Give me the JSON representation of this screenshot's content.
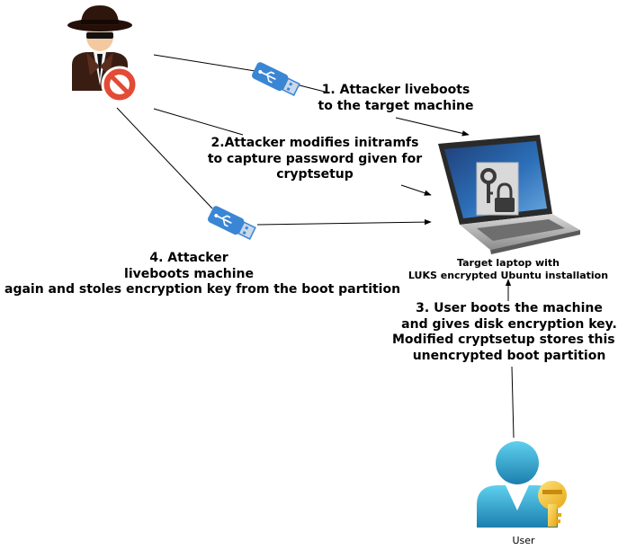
{
  "steps": {
    "step1": [
      "1. Attacker liveboots",
      "to the target machine"
    ],
    "step2": [
      "2.Attacker modifies initramfs",
      "to capture password given for",
      "cryptsetup"
    ],
    "step3": [
      "3. User boots the machine",
      "and gives disk encryption key.",
      "Modified cryptsetup stores this to",
      "unencrypted boot partition"
    ],
    "step4": [
      "4. Attacker",
      "liveboots machine",
      "again and stoles encryption key from the boot partition"
    ]
  },
  "laptop_caption": [
    "Target laptop with",
    "LUKS encrypted Ubuntu installation"
  ],
  "user_caption": "User",
  "icons": {
    "attacker": "spy-icon",
    "forbidden": "no-entry-icon",
    "usb": "usb-drive-icon",
    "laptop": "laptop-icon",
    "lock": "padlock-icon",
    "user": "user-icon",
    "key": "key-icon"
  },
  "colors": {
    "usb_blue": "#3a86d4",
    "forbidden_red": "#e24b34",
    "user_teal": "#2ea3c7",
    "key_gold": "#f2c12e",
    "screen_blue": "#2c6fb8"
  }
}
